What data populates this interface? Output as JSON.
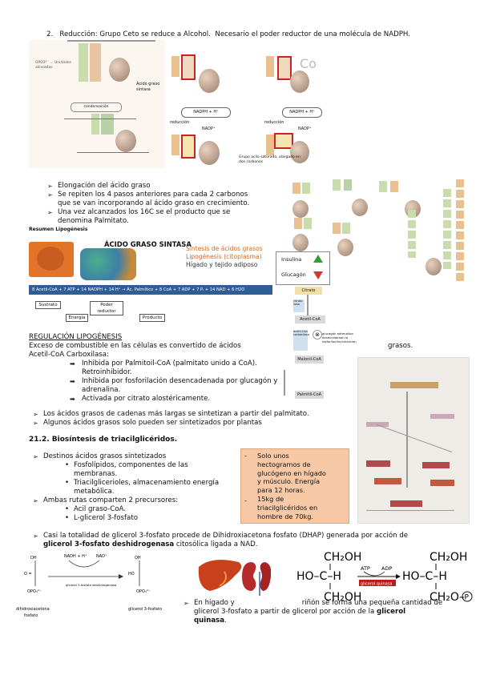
{
  "section_reduccion": {
    "num": "2.",
    "title": "Reducción: Grupo Ceto se reduce a Alcohol.",
    "rest": "Necesario el poder reductor de una molécula de NADPH."
  },
  "fig_labels": {
    "acido_graso_sintasa_small": "Ácido graso sintasa",
    "reduccion": "reducción",
    "nadph": "NADPH + H⁺",
    "nadp": "NADP⁺",
    "grupo_acilo": "Grupo acilo saturado, alargado en dos carbonos"
  },
  "bullets_elongacion": [
    "Elongación del ácido graso",
    "Se repiten los 4 pasos anteriores para cada 2 carbonos",
    "que se van incorporando al ácido graso en crecimiento.",
    "Una vez alcanzados los 16C se el producto que se",
    "denomina Palmitato."
  ],
  "resumen_label": "Resumen Lipogénesis",
  "summary": {
    "title": "ÁCIDO GRASO SINTASA",
    "right_lines": [
      "Síntesis de ácidos grasos",
      "Lipogénesis (citoplasma)",
      "Hígado y tejido adiposo"
    ],
    "equation": "8 Acetil-CoA + 7 ATP + 14 NADPH + 14 H⁺ → Ác. Palmítico + 8 CoA + 7 ADP + 7 Pᵢ + 14 NAD + 6 H2O",
    "boxes": [
      "Sustrato",
      "Energía",
      "Poder reductor",
      "Producto"
    ],
    "hormones": [
      "Insulina",
      "Glucagón"
    ]
  },
  "regulation_fig": {
    "nodes": [
      "Citrato",
      "citrato liasa",
      "Acetil-CoA",
      "acetil-CoA carboxilasa",
      "Malonil-CoA",
      "Palmitil-CoA"
    ],
    "note": "glucagón adrenalina desencadenan la fosforilación/inhibición"
  },
  "regulacion": {
    "heading": "REGULACIÓN LIPOGÉNESIS",
    "line1": "Exceso de combustible en las células es convertido de ácidos",
    "line1_end": "grasos.",
    "line2": "Acetil-CoA Carboxilasa:",
    "subs": [
      "Inhibida por Palmitoil-CoA (palmitato unido a CoA).",
      "Retroinhibidor.",
      "Inhibida por fosforilación desencadenada  por glucagón y",
      "adrenalina.",
      "Activada por citrato alostéricamente."
    ],
    "bullets": [
      "Los ácidos grasos de cadenas más  largas se sintetizan a partir del  palmitato.",
      "Algunos ácidos grasos solo pueden  ser sintetizados por plantas"
    ]
  },
  "section_212": {
    "title": "21.2. Biosíntesis de triacilglicéridos.",
    "bullet1": "Destinos ácidos grasos sintetizados",
    "dots1": [
      "Fosfolípidos, componentes de las",
      "membranas.",
      "Triacilglicerioles, almacenamiento energía",
      "metabólica."
    ],
    "bullet2": "Ambas rutas comparten 2 precursores:",
    "dots2": [
      "Acil graso-CoA.",
      "L-glicerol 3-fosfato"
    ]
  },
  "note_box": [
    "Solo unos",
    "hectogramos  de",
    "glucógeno en hígado",
    "y músculo. Energía",
    "para  12 horas.",
    "15kg de",
    "triacilglicéridos  en",
    "hombre de 70kg."
  ],
  "glicerol": {
    "line1": "Casi la totalidad de glicerol 3-fosfato procede de Dihidroxiacetona fosfato  (DHAP) generada por acción de",
    "bold": "glicerol 3-fosfato deshidrogenasa",
    "line2_rest": " citosólica ligada a NAD.",
    "rxn_nadh": "NADH + H⁺",
    "rxn_nad": "NAD⁺",
    "rxn_enzyme": "glicerol 3-fosfato deshidrogenasa",
    "left_label": [
      "dihidroxiacetona",
      "fosfato"
    ],
    "right_label": "glicerol 3-fosfato",
    "kinase_atp": "ATP",
    "kinase_adp": "ADP",
    "kinase_enzyme": "glicerol quinasa",
    "struct_top": "CH₂OH",
    "struct_mid": "HO–C–H",
    "struct_bot": "CH₂OH",
    "struct_bot_p": "CH₂O–",
    "p_symbol": "P"
  },
  "higado": {
    "part1": "En hígado y",
    "part2": "riñón se forma una pequeña cantidad de",
    "line2a": "glicerol 3-fosfato a partir de glicerol por acción de la ",
    "line2b": "glicerol",
    "line3": "quinasa",
    "line3_end": "."
  }
}
